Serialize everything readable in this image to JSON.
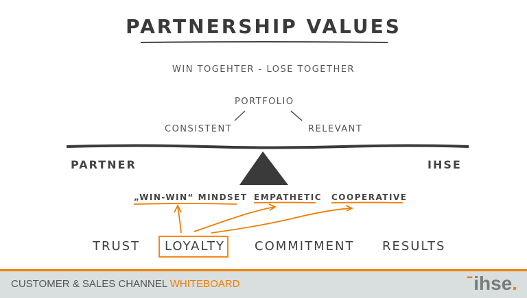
{
  "title": "PARTNERSHIP VALUES",
  "subtitle": "WIN TOGEHTER - LOSE TOGETHER",
  "portfolio": {
    "label": "PORTFOLIO",
    "left": "CONSISTENT",
    "right": "RELEVANT"
  },
  "balance": {
    "left": "PARTNER",
    "right": "IHSE"
  },
  "qualities": [
    "„WIN-WIN“ MINDSET",
    "EMPATHETIC",
    "COOPERATIVE"
  ],
  "values": [
    "TRUST",
    "LOYALTY",
    "COMMITMENT",
    "RESULTS"
  ],
  "footer": {
    "text": "CUSTOMER & SALES CHANNEL",
    "highlight": "WHITEBOARD",
    "logo": "ihse"
  },
  "colors": {
    "accent": "#ef7d00",
    "ink": "#3a3a3a",
    "footer_bg": "#d9dfdf"
  }
}
